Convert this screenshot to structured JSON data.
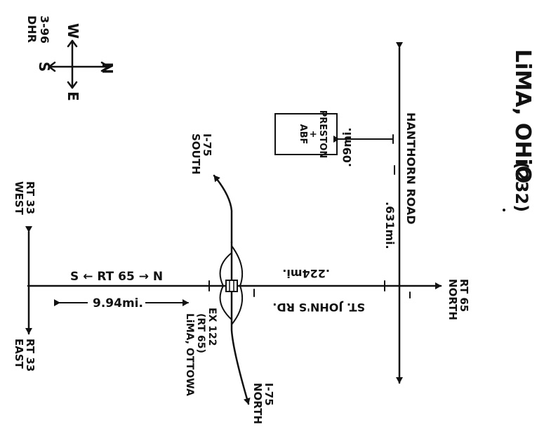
{
  "title": {
    "city": "LiMA, OHiO",
    "code": "(232)"
  },
  "note": {
    "date": "3-96",
    "author": "DHR"
  },
  "compass": {
    "w": "W",
    "s": "S",
    "n": "N",
    "e": "E"
  },
  "business": {
    "line1": "ABF",
    "line2": "+",
    "line3": "PRESTON"
  },
  "roads": {
    "hanthorn": "HANTHORN ROAD",
    "st_johns": "ST. JOHN'S RD.",
    "rt65_dir": "S ← RT 65 → N",
    "rt65_north_1": "RT 65",
    "rt65_north_2": "NORTH",
    "rt33_west_1": "RT 33",
    "rt33_west_2": "WEST",
    "rt33_east_1": "RT 33",
    "rt33_east_2": "EAST",
    "i75_south_1": "I-75",
    "i75_south_2": "SOUTH",
    "i75_north_1": "I-75",
    "i75_north_2": "NORTH",
    "exit_1": "EX 122",
    "exit_2": "(RT 65)",
    "exit_3": "LiMA, OTTOWA"
  },
  "distances": {
    "d009": ".09mi.",
    "d631": ".631mi.",
    "d224": ".224mi.",
    "d994": "9.94mi."
  }
}
